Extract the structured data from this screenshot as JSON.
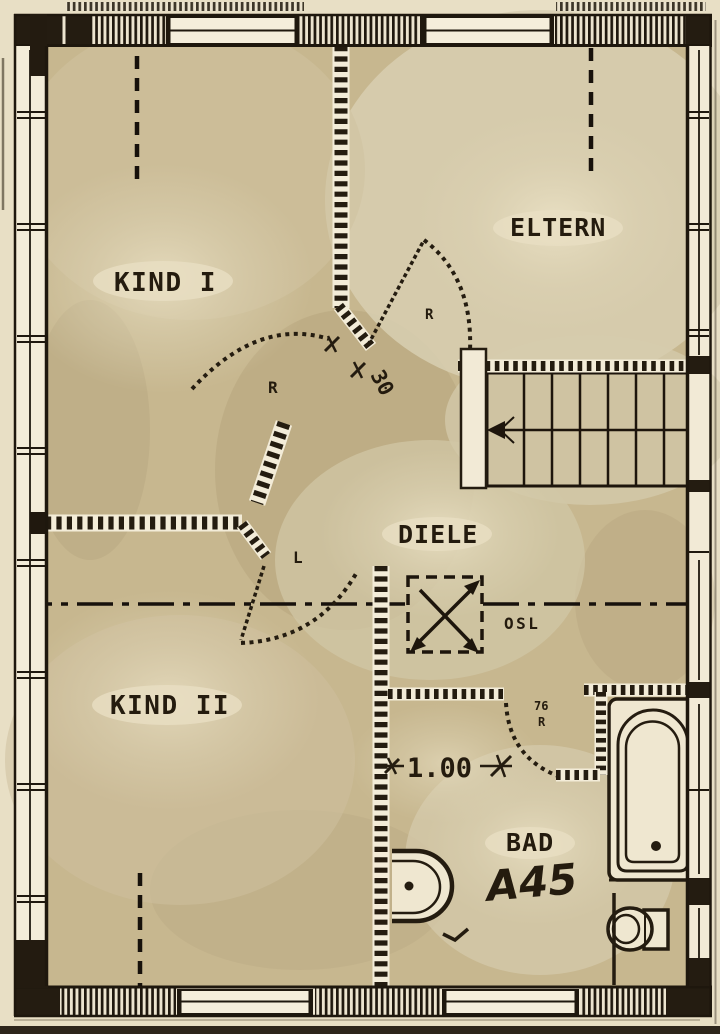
{
  "plan": {
    "rooms": [
      {
        "id": "kind-1",
        "label": "KIND I"
      },
      {
        "id": "eltern",
        "label": "ELTERN"
      },
      {
        "id": "kind-2",
        "label": "KIND II"
      },
      {
        "id": "diele",
        "label": "DIELE"
      },
      {
        "id": "bad",
        "label": "BAD"
      }
    ],
    "door_marks": {
      "kind1_hinge": "R",
      "eltern_hinge": "R",
      "kind2_hinge": "L",
      "bad_hinge": "R",
      "bad_width": "76"
    },
    "dimensions": {
      "door_offset": "30",
      "passage_width": "1.00"
    },
    "annotations": {
      "skylight_label": "OSL",
      "handwritten_note": "A45"
    },
    "colors": {
      "paper": "#e8dfc5",
      "room_fill": "#c7b78f",
      "wall_fill": "#f2ead6",
      "line": "#241c10"
    }
  }
}
